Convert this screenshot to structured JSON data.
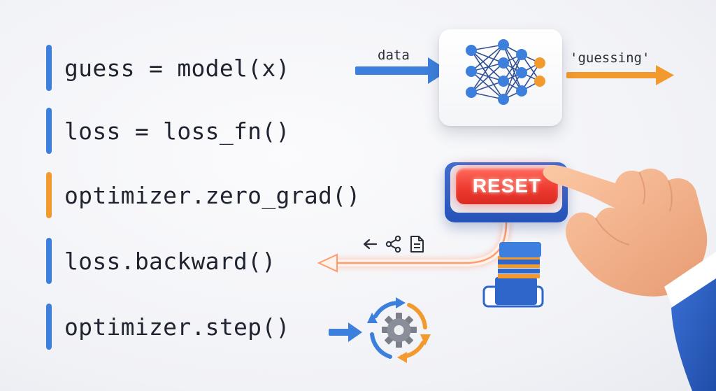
{
  "code_lines": [
    {
      "text": "guess = model(x)",
      "bar_color": "#3d7fdc"
    },
    {
      "text": "loss = loss_fn()",
      "bar_color": "#3d7fdc"
    },
    {
      "text": "optimizer.zero_grad()",
      "bar_color": "#f29a2e"
    },
    {
      "text": "loss.backward()",
      "bar_color": "#3d7fdc"
    },
    {
      "text": "optimizer.step()",
      "bar_color": "#3d7fdc"
    }
  ],
  "model_card": {
    "input_label": "data",
    "output_label": "'guessing'",
    "icon": "neural-network-icon"
  },
  "reset_button": {
    "label": "RESET"
  },
  "backward_icons": [
    "left-arrow-icon",
    "share-nodes-icon",
    "document-icon"
  ],
  "colors": {
    "blue": "#3d7fdc",
    "orange": "#f29a2e",
    "red": "#ef3b30",
    "text": "#1f2430"
  }
}
